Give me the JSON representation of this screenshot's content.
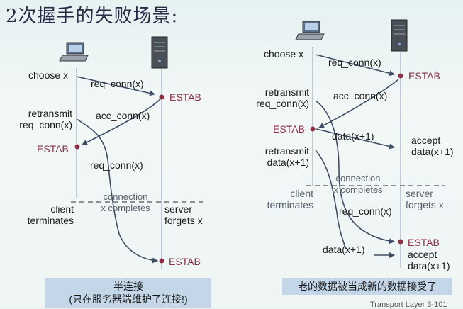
{
  "title": "2次握手的失败场景:",
  "left": {
    "choose_x": "choose x",
    "req_conn_1": "req_conn(x)",
    "estab_server_1": "ESTAB",
    "acc_conn": "acc_conn(x)",
    "retransmit": "retransmit",
    "retransmit_req": "req_conn(x)",
    "estab_client": "ESTAB",
    "req_conn_2": "req_conn(x)",
    "connection": "connection",
    "x_completes": "x completes",
    "client": "client",
    "terminates": "terminates",
    "server": "server",
    "forgets": "forgets x",
    "estab_server_2": "ESTAB",
    "caption_1": "半连接",
    "caption_2": "(只在服务器端维护了连接!)"
  },
  "right": {
    "choose_x": "choose x",
    "req_conn_1": "req_conn(x)",
    "estab_server_1": "ESTAB",
    "retransmit": "retransmit",
    "retransmit_req": "req_conn(x)",
    "acc_conn": "acc_conn(x)",
    "estab_client": "ESTAB",
    "data_1": "data(x+1)",
    "accept": "accept",
    "accept_data": "data(x+1)",
    "retransmit_2": "retransmit",
    "retransmit_data": "data(x+1)",
    "connection": "connection",
    "x_completes": "x completes",
    "client": "client",
    "terminates": "terminates",
    "server": "server",
    "forgets": "forgets x",
    "req_conn_2": "req_conn(x)",
    "estab_server_2": "ESTAB",
    "data_2": "data(x+1)",
    "accept_2": "accept",
    "accept_data_2": "data(x+1)",
    "caption": "老的数据被当成新的数据接受了"
  },
  "footer": "Transport Layer   3-101",
  "colors": {
    "arrow": "#3f4e66",
    "estab": "#8c2f44",
    "caption_bg": "#c4d7e8"
  }
}
